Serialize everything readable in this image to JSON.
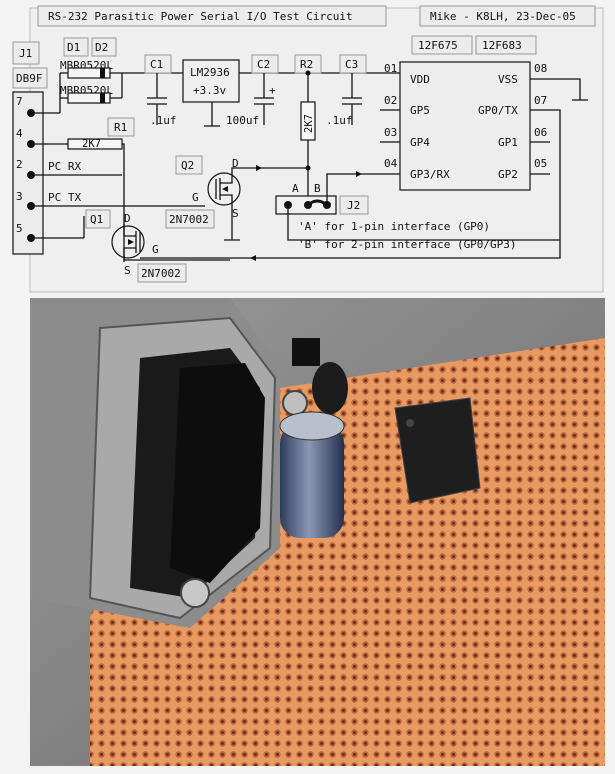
{
  "header": {
    "title": "RS-232 Parasitic Power Serial I/O Test Circuit",
    "author": "Mike - K8LH, 23-Dec-05"
  },
  "connector": {
    "ref": "J1",
    "type": "DB9F",
    "pins": [
      "7",
      "4",
      "2",
      "3",
      "5"
    ]
  },
  "diodes": {
    "ref1": "D1",
    "ref2": "D2",
    "part1": "MBR0520L",
    "part2": "MBR0520L"
  },
  "resistors": {
    "r1_ref": "R1",
    "r1_value": "2K7",
    "r2_ref": "R2",
    "r2_value": "2K7"
  },
  "capacitors": {
    "c1_ref": "C1",
    "c1_value": ".1uf",
    "c2_ref": "C2",
    "c2_value": "100uf",
    "c3_ref": "C3",
    "c3_value": ".1uf",
    "c2_polarity": "+"
  },
  "regulator": {
    "part": "LM2936",
    "output": "+3.3v"
  },
  "signals": {
    "rx": "PC RX",
    "tx": "PC TX"
  },
  "transistors": {
    "q1_ref": "Q1",
    "q1_part": "2N7002",
    "q2_ref": "Q2",
    "q2_part": "2N7002",
    "drain": "D",
    "source": "S",
    "gate": "G"
  },
  "mcu": {
    "part1": "12F675",
    "part2": "12F683",
    "left_pins": [
      {
        "num": "01",
        "name": "VDD"
      },
      {
        "num": "02",
        "name": "GP5"
      },
      {
        "num": "03",
        "name": "GP4"
      },
      {
        "num": "04",
        "name": "GP3/RX"
      }
    ],
    "right_pins": [
      {
        "num": "08",
        "name": "VSS"
      },
      {
        "num": "07",
        "name": "GP0/TX"
      },
      {
        "num": "06",
        "name": "GP1"
      },
      {
        "num": "05",
        "name": "GP2"
      }
    ]
  },
  "jumper": {
    "ref": "J2",
    "a": "A",
    "b": "B"
  },
  "notes": [
    "'A' for 1-pin interface (GP0)",
    "'B' for 2-pin interface (GP0/GP3)"
  ]
}
